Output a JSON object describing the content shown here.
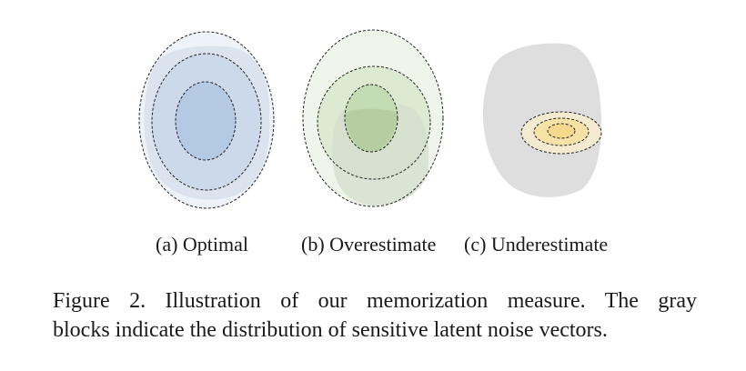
{
  "panels": [
    {
      "label": "(a) Optimal",
      "fill_color": "#b3c9e4",
      "gray_block_color": "#dde4ee"
    },
    {
      "label": "(b) Overestimate",
      "fill_color": "#c2dbb2",
      "gray_block_color": "#e3e6df"
    },
    {
      "label": "(c) Underestimate",
      "fill_color": "#f5d98c",
      "gray_block_color": "#dedede"
    }
  ],
  "caption": {
    "line1": "Figure 2.  Illustration of our memorization measure.  The gray",
    "line2": "blocks indicate the distribution of sensitive latent noise vectors."
  }
}
